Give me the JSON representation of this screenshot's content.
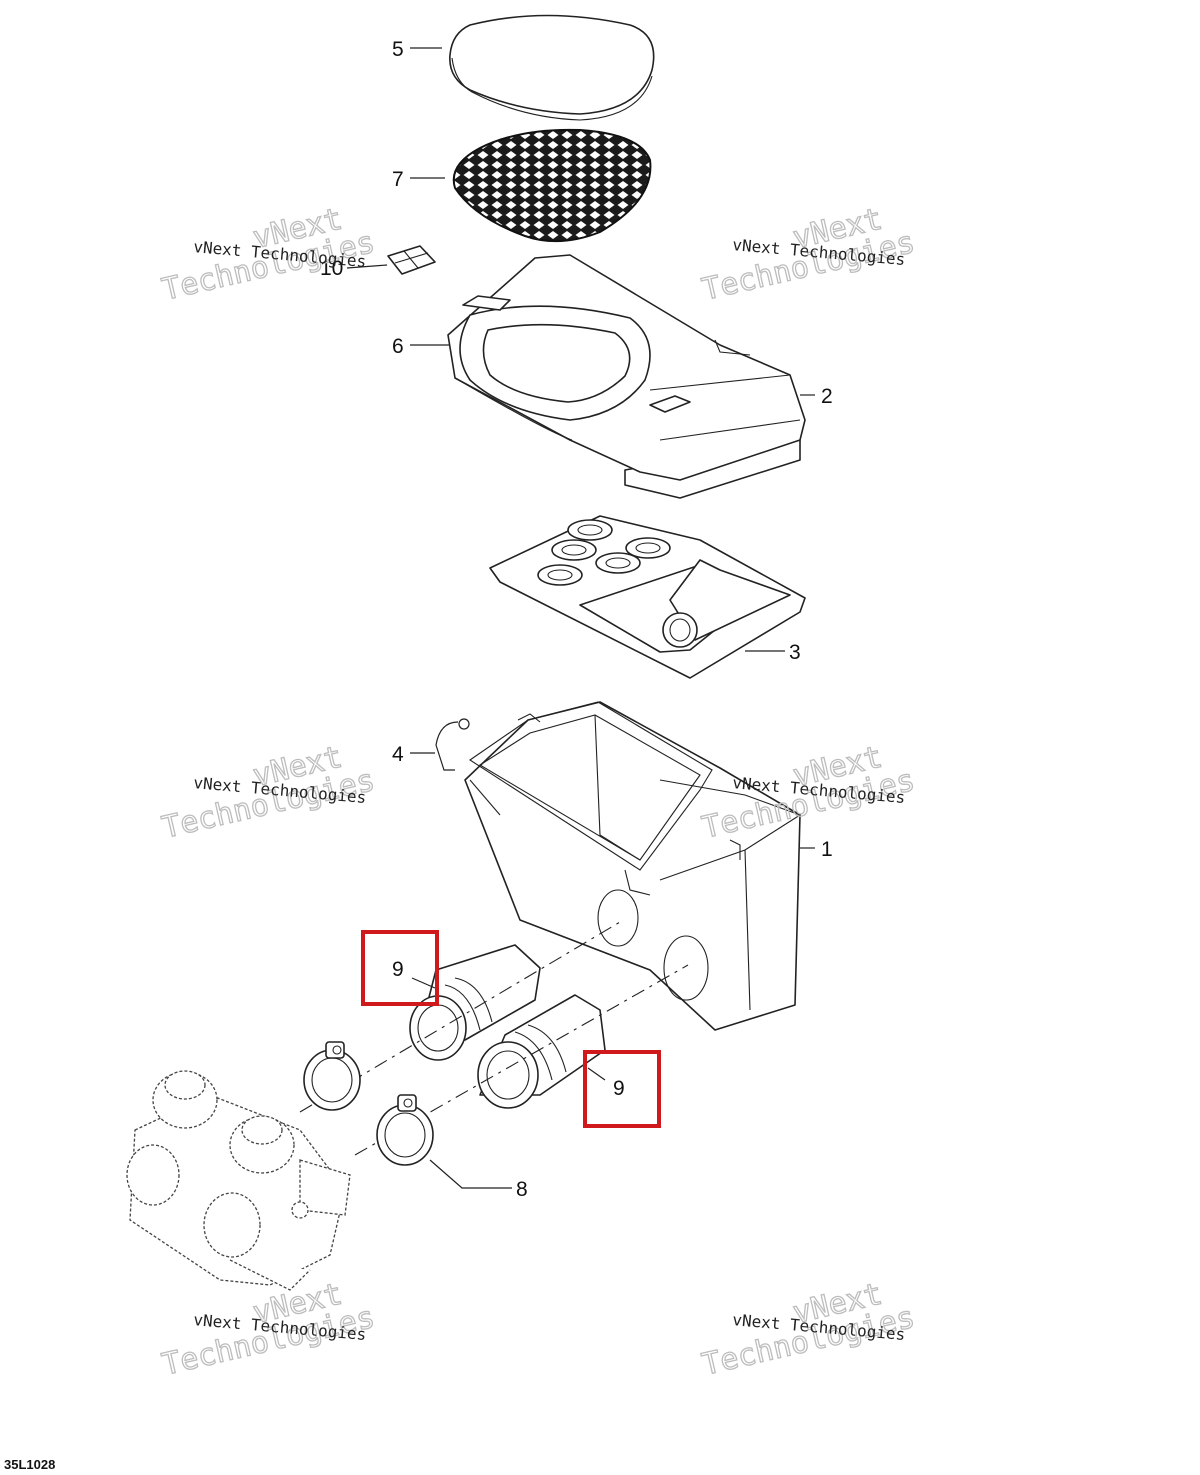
{
  "callouts": {
    "c1": "1",
    "c2": "2",
    "c3": "3",
    "c4": "4",
    "c5": "5",
    "c6": "6",
    "c7": "7",
    "c8": "8",
    "c9a": "9",
    "c9b": "9",
    "c10": "10"
  },
  "watermark": {
    "line1": "vNext",
    "line2": "vNext Technologies",
    "line3": "Technologies"
  },
  "reference_code": "35L1028",
  "highlight_color": "#d0191d"
}
